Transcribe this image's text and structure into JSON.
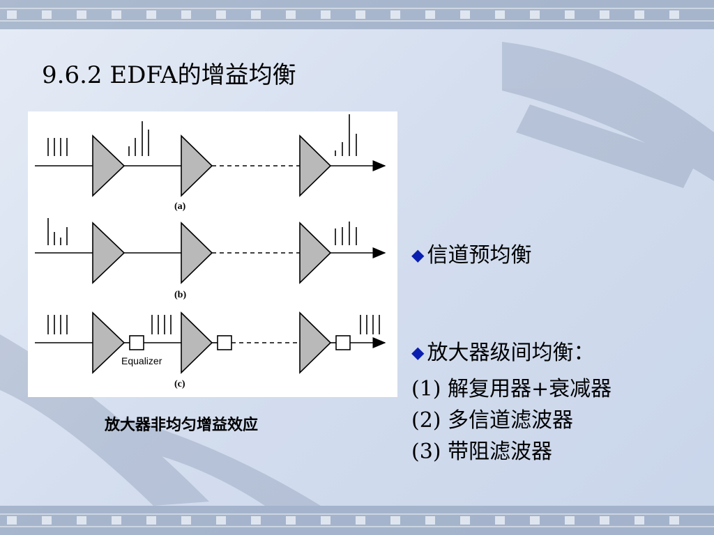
{
  "title": "9.6.2 EDFA的增益均衡",
  "figure": {
    "panels": [
      {
        "label": "(a)"
      },
      {
        "label": "(b)"
      },
      {
        "label": "(c)",
        "equalizer_label": "Equalizer"
      }
    ]
  },
  "caption": "放大器非均匀增益效应",
  "bullets": {
    "marker": "◆",
    "first": "信道预均衡",
    "second": "放大器级间均衡：",
    "items": [
      "(1) 解复用器+衰减器",
      "(2) 多信道滤波器",
      "(3) 带阻滤波器"
    ]
  },
  "colors": {
    "accent": "#0a1fb0",
    "background": "#d4deef"
  }
}
